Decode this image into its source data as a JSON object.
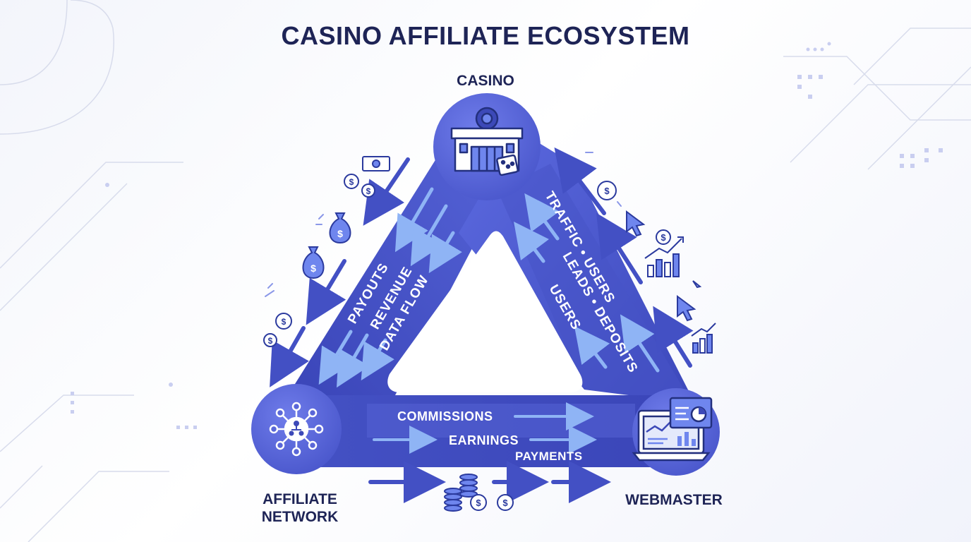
{
  "title": "CASINO AFFILIATE ECOSYSTEM",
  "nodes": {
    "casino": {
      "label": "CASINO",
      "icon": "casino-building-icon"
    },
    "affiliate_network": {
      "label_line1": "AFFILIATE",
      "label_line2": "NETWORK",
      "icon": "network-hub-icon"
    },
    "webmaster": {
      "label": "WEBMASTER",
      "icon": "laptop-analytics-icon"
    }
  },
  "flows": {
    "left_edge": [
      "PAYOUTS",
      "REVENUE",
      "DATA FLOW"
    ],
    "right_edge": [
      "TRAFFIC • USERS",
      "LEADS • DEPOSITS",
      "USERS"
    ],
    "bottom_edge": [
      "COMMISSIONS",
      "EARNINGS",
      "PAYMENTS"
    ]
  },
  "colors": {
    "title": "#1e2456",
    "band_dark": "#3a45b8",
    "band_mid": "#4d5bd6",
    "band_light": "#6b78e6",
    "arrow_light": "#8fb4f5",
    "icon_stroke": "#2b3a9e",
    "icon_fill": "#6f86ee",
    "decor_line": "#d3d8ea"
  }
}
